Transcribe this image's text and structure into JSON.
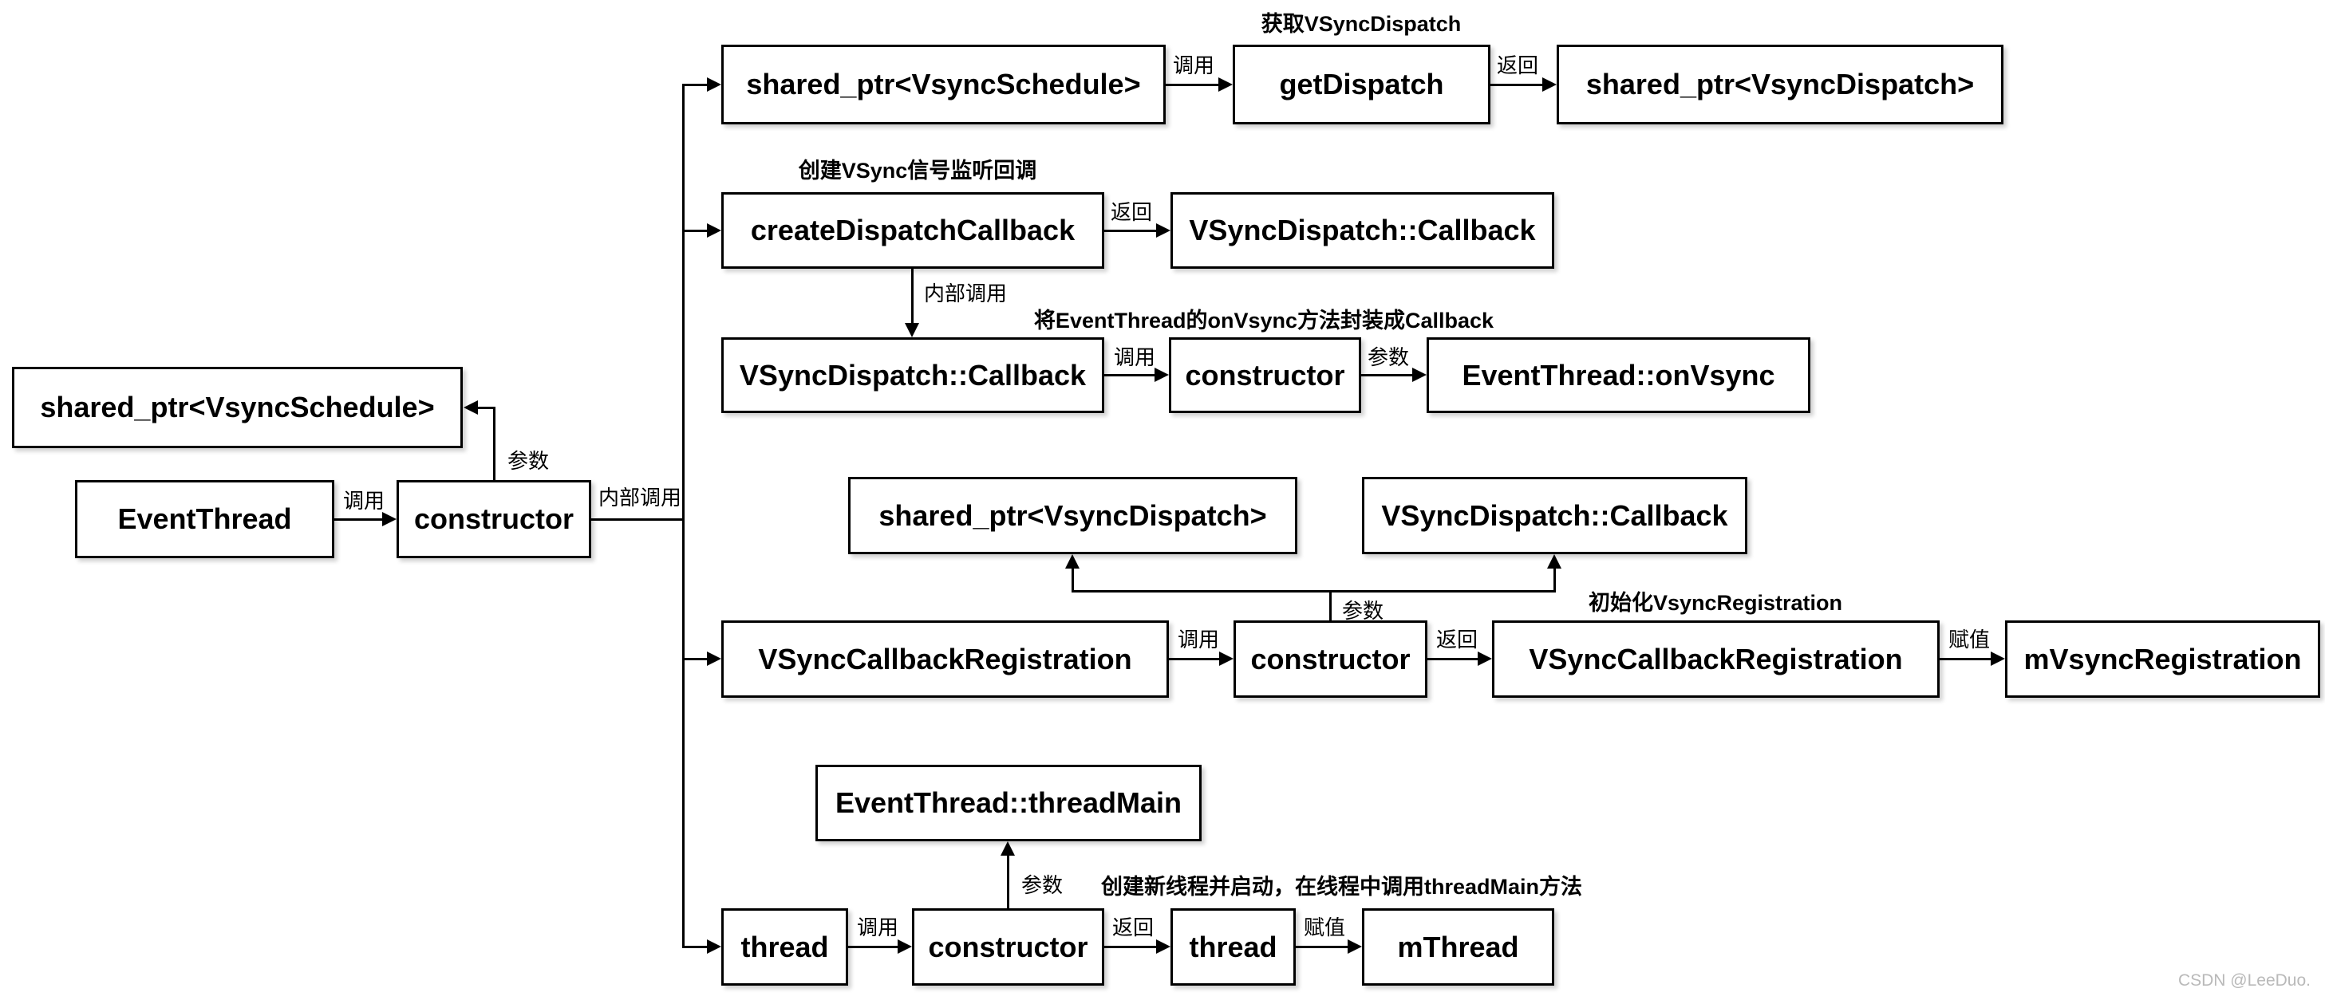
{
  "nodes": {
    "top_schedule": "shared_ptr<VsyncSchedule>",
    "get_dispatch": "getDispatch",
    "top_dispatch": "shared_ptr<VsyncDispatch>",
    "create_dispatch_callback": "createDispatchCallback",
    "dispatch_callback_return": "VSyncDispatch::Callback",
    "dispatch_callback_2": "VSyncDispatch::Callback",
    "constructor_callback": "constructor",
    "on_vsync": "EventThread::onVsync",
    "left_schedule": "shared_ptr<VsyncSchedule>",
    "event_thread": "EventThread",
    "constructor_left": "constructor",
    "mid_dispatch": "shared_ptr<VsyncDispatch>",
    "mid_callback": "VSyncDispatch::Callback",
    "vcr_1": "VSyncCallbackRegistration",
    "constructor_vcr": "constructor",
    "vcr_2": "VSyncCallbackRegistration",
    "m_vsync_registration": "mVsyncRegistration",
    "thread_main": "EventThread::threadMain",
    "thread_1": "thread",
    "constructor_thread": "constructor",
    "thread_2": "thread",
    "m_thread": "mThread"
  },
  "edge_labels": {
    "call": "调用",
    "ret": "返回",
    "param": "参数",
    "assign": "赋值",
    "internal_call": "内部调用"
  },
  "annotations": {
    "get_dispatch": "获取VSyncDispatch",
    "create_callback": "创建VSync信号监听回调",
    "wrap_callback": "将EventThread的onVsync方法封装成Callback",
    "init_registration": "初始化VsyncRegistration",
    "create_thread": "创建新线程并启动，在线程中调用threadMain方法"
  },
  "watermark": "CSDN @LeeDuo.",
  "colors": {
    "background": "#ffffff",
    "stroke": "#000000",
    "text": "#000000",
    "watermark": "#b9b9b9"
  }
}
